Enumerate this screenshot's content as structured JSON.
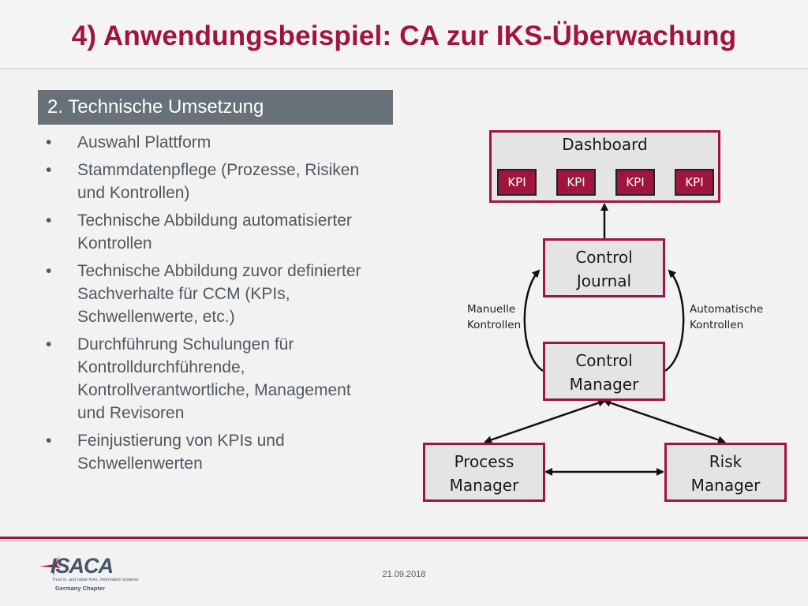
{
  "title": "4) Anwendungsbeispiel: CA zur IKS-Überwachung",
  "section": {
    "label": "2. Technische Umsetzung"
  },
  "bullets": [
    "Auswahl Plattform",
    "Stammdatenpflege (Prozesse, Risiken und Kontrollen)",
    "Technische Abbildung automatisierter Kontrollen",
    "Technische Abbildung zuvor definierter Sachverhalte für CCM (KPIs, Schwellenwerte, etc.)",
    "Durchführung Schulungen für Kontrolldurchführende, Kontrollverantwortliche, Management und Revisoren",
    "Feinjustierung von KPIs und Schwellenwerten"
  ],
  "bullet_marker": "•",
  "diagram": {
    "dashboard": "Dashboard",
    "kpis": [
      "KPI",
      "KPI",
      "KPI",
      "KPI"
    ],
    "control_journal": "Control\nJournal",
    "control_manager": "Control\nManager",
    "process_manager": "Process\nManager",
    "risk_manager": "Risk\nManager",
    "manual_label": "Manuelle\nKontrollen",
    "automatic_label": "Automatische\nKontrollen"
  },
  "footer": {
    "date": "21.09.2018",
    "logo_text": "ISACA",
    "logo_tagline": "Trust in, and value from, information systems",
    "logo_chapter": "Germany Chapter"
  },
  "colors": {
    "accent": "#a0153e",
    "section_bar": "#687078",
    "box_fill": "#e4e4e4"
  }
}
